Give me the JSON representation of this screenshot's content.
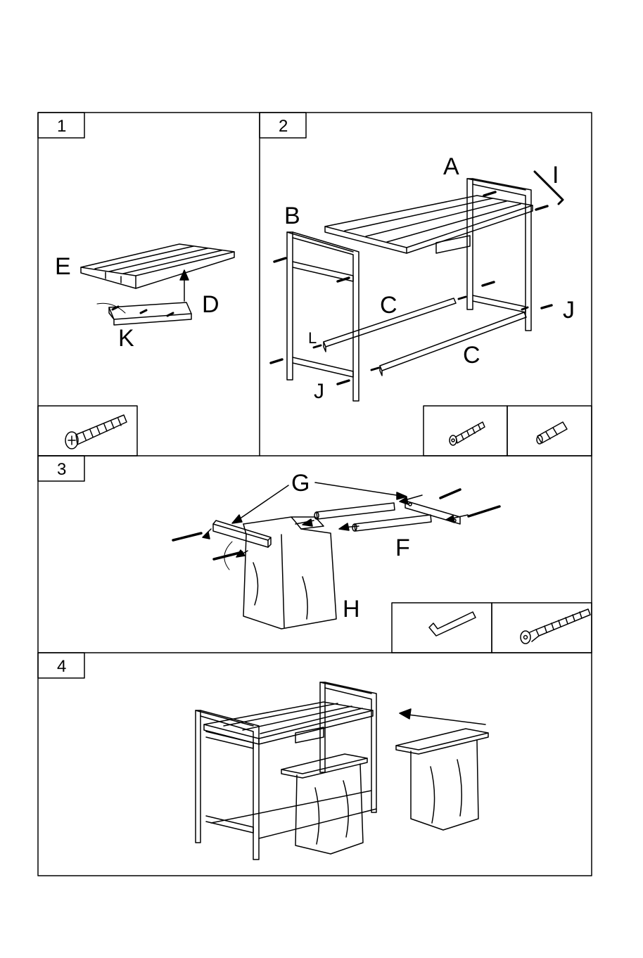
{
  "steps": [
    {
      "number": "1",
      "labels": {
        "E": "E",
        "D": "D",
        "K": "K"
      },
      "hardware": [
        "phillips-wood-screw-icon"
      ]
    },
    {
      "number": "2",
      "labels": {
        "A": "A",
        "B": "B",
        "I": "I",
        "C1": "C",
        "C2": "C",
        "L": "L",
        "J1": "J",
        "J2": "J"
      },
      "hardware": [
        "hex-socket-screw-icon",
        "wooden-dowel-icon"
      ]
    },
    {
      "number": "3",
      "labels": {
        "G": "G",
        "F": "F",
        "H": "H"
      },
      "hardware": [
        "allen-key-icon",
        "hex-socket-bolt-icon"
      ]
    },
    {
      "number": "4",
      "labels": {},
      "hardware": []
    }
  ],
  "colors": {
    "line": "#000000",
    "background": "#ffffff"
  }
}
